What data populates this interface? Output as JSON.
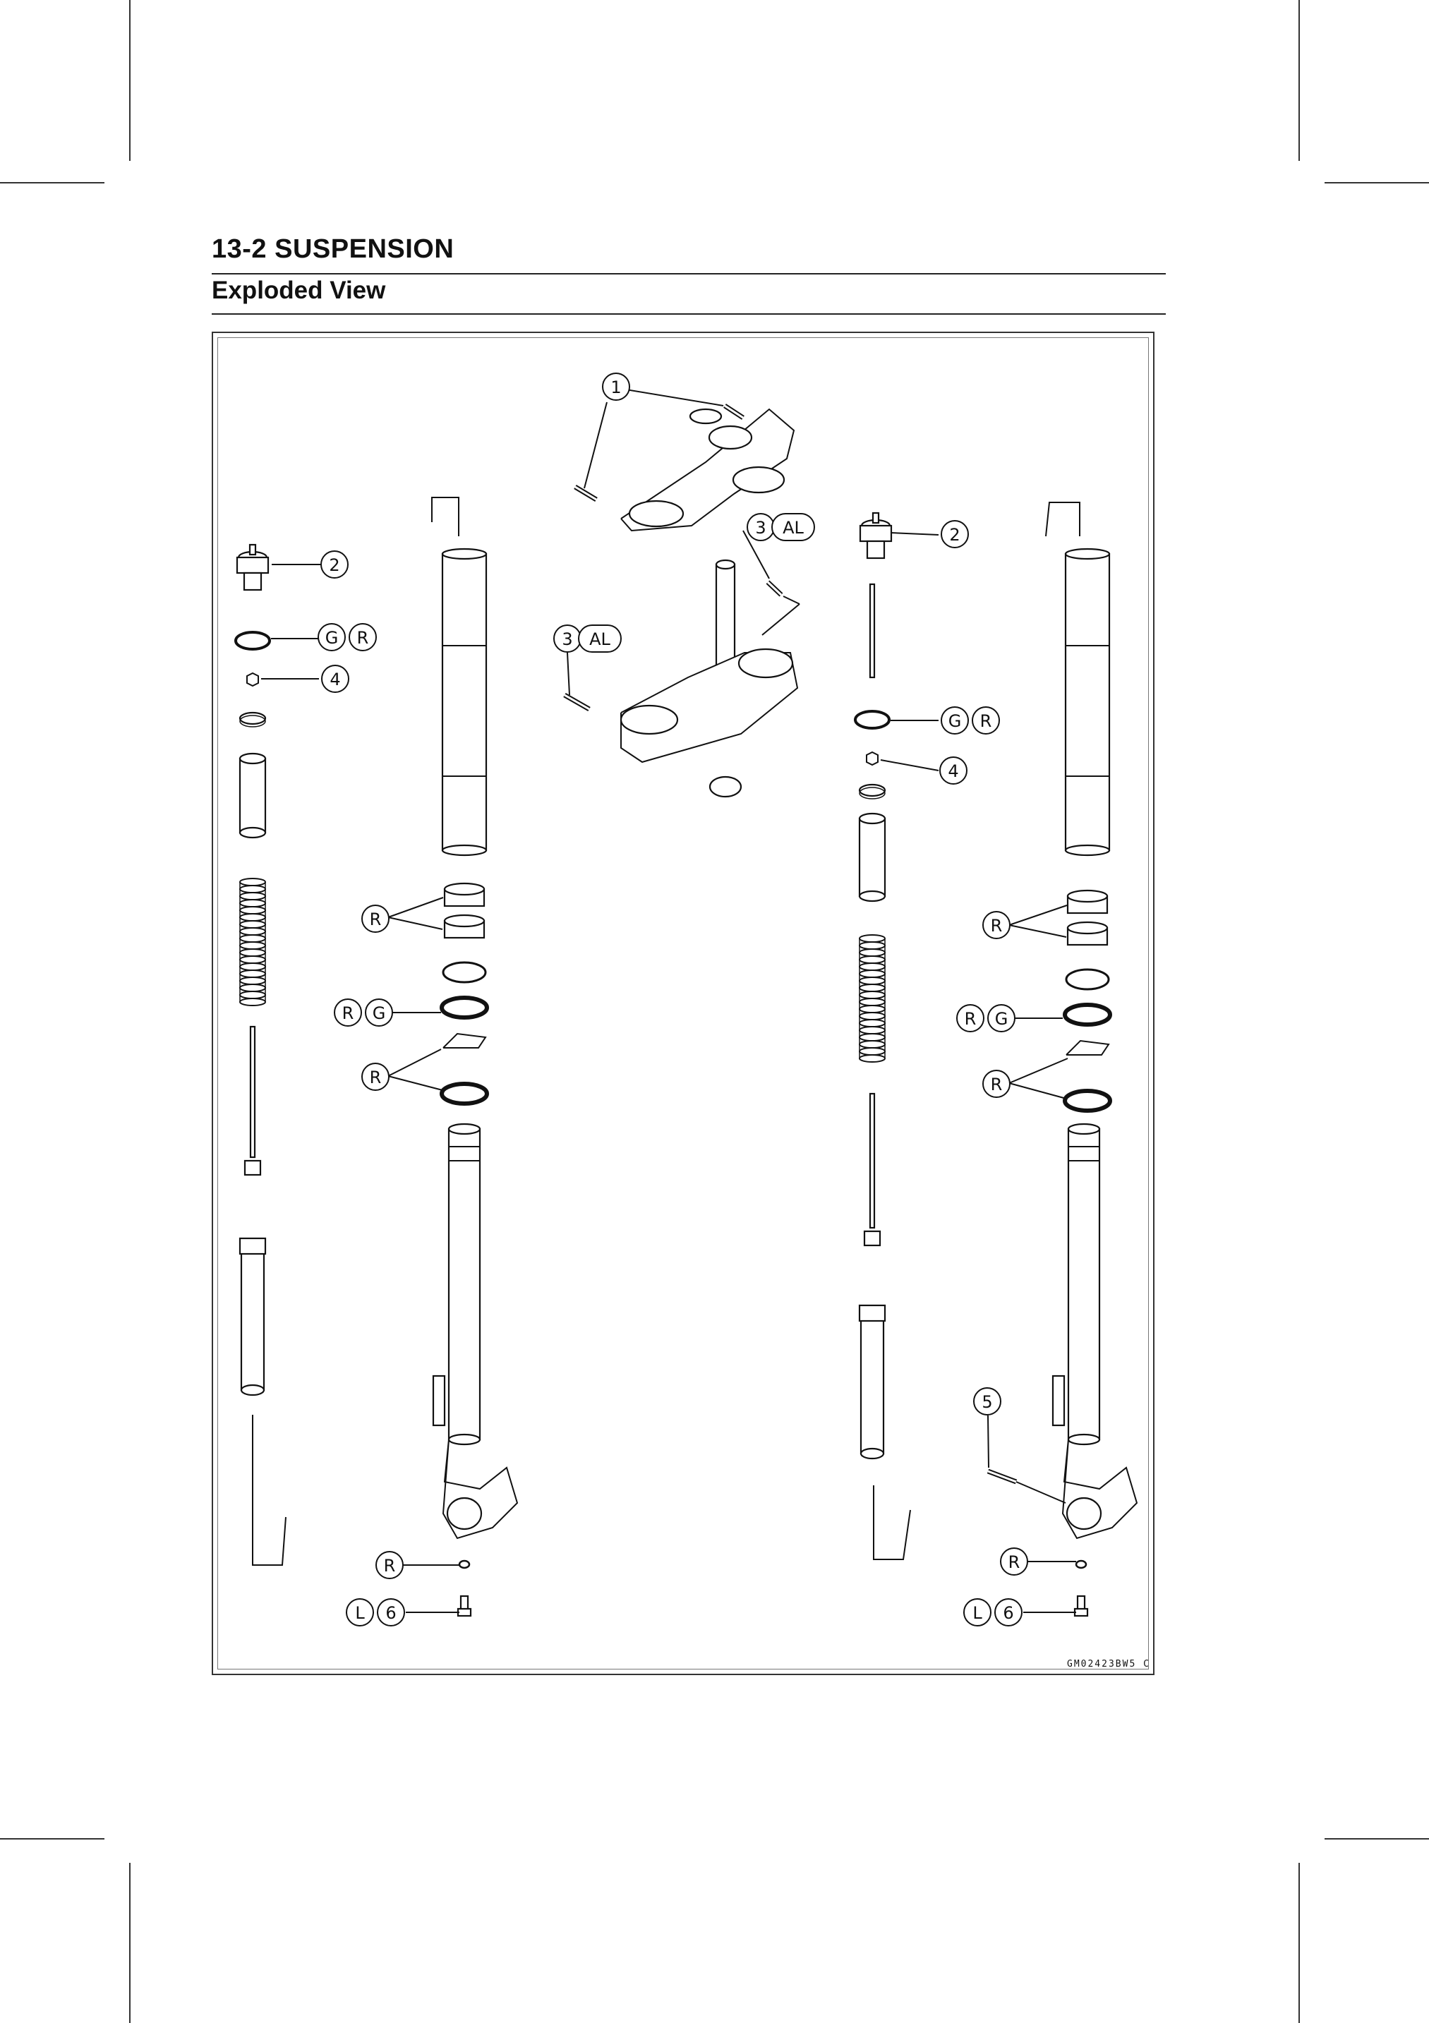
{
  "header": {
    "page_title": "13-2 SUSPENSION",
    "section_title": "Exploded View"
  },
  "figure": {
    "code": "GM02423BW5 C",
    "callouts": {
      "n1": "1",
      "n2": "2",
      "n3": "3",
      "n4": "4",
      "n5": "5",
      "n6": "6",
      "R": "R",
      "G": "G",
      "L": "L",
      "AL": "AL"
    }
  }
}
